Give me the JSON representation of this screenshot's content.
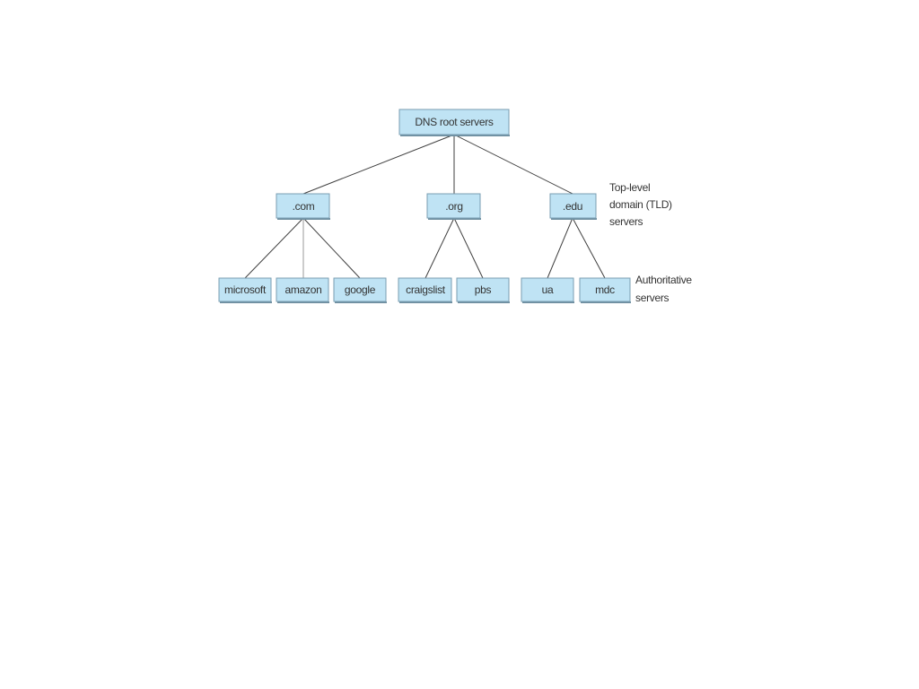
{
  "diagram": {
    "root": {
      "label": "DNS root servers"
    },
    "tlds": [
      {
        "label": ".com"
      },
      {
        "label": ".org"
      },
      {
        "label": ".edu"
      }
    ],
    "authoritative": [
      {
        "label": "microsoft"
      },
      {
        "label": "amazon"
      },
      {
        "label": "google"
      },
      {
        "label": "craigslist"
      },
      {
        "label": "pbs"
      },
      {
        "label": "ua"
      },
      {
        "label": "mdc"
      }
    ],
    "annotations": {
      "tld_lines": [
        "Top-level",
        "domain (TLD)",
        "servers"
      ],
      "auth_lines": [
        "Authoritative",
        "servers"
      ]
    },
    "colors": {
      "node_fill": "#bfe3f4",
      "node_border": "#7a9eb2",
      "edge": "#3f3f3f"
    }
  }
}
